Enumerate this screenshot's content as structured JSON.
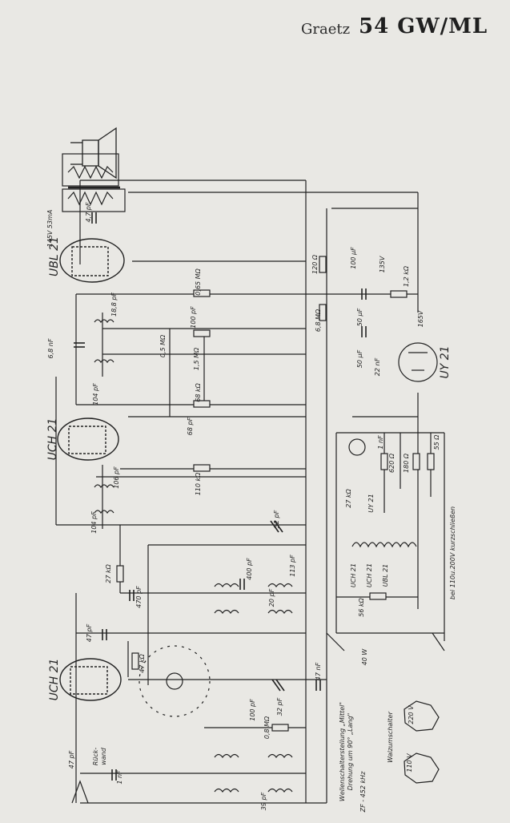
{
  "header": {
    "brand": "Graetz",
    "model": "54 GW/ML"
  },
  "tubes": {
    "output": "UBL 21",
    "osc": "UCH 21",
    "mix": "UCH 21",
    "rect": "UY 21"
  },
  "labels": {
    "c_speaker": "4,7 pF",
    "v_anode": "145V 53mA",
    "r_065": "0,65 MΩ",
    "r_120": "120 Ω",
    "c_100uf": "100 μF",
    "v_135": "135V",
    "r_12k": "1,2 kΩ",
    "c_188": "18,8 pF",
    "c_100pf": "100 pF",
    "c_68nf": "6,8 nF",
    "r_05": "0,5 MΩ",
    "r_15": "1,5 MΩ",
    "r_68m": "6,8 MΩ",
    "c_50a": "50 μF",
    "v_165": "165V",
    "c_50b": "50 μF",
    "c_22nf": "22 nF",
    "c_104a": "104 pF",
    "r_68k": "68 kΩ",
    "c_68pf": "68 pF",
    "c_1nf": "1 nF",
    "r_620": "620 Ω",
    "r_180": "180 Ω",
    "r_55": "55 Ω",
    "c_106": "106 pF",
    "r_110k": "110 kΩ",
    "r_27k": "27 kΩ",
    "t_uy21": "UY 21",
    "c_32a": "32 pF",
    "c_104b": "104 pF",
    "c_400": "400 pF",
    "c_113": "113 pF",
    "r_27kb": "27 kΩ",
    "c_470": "470 pF",
    "c_20": "20 pF",
    "fil_uch1": "UCH 21",
    "fil_uch2": "UCH 21",
    "fil_ubl": "UBL 21",
    "r_56k": "56 kΩ",
    "note_110": "bei 110u.200V kurzschließen",
    "c_47a": "47 pF",
    "r_47k": "47 kΩ",
    "c_47nf": "47 nF",
    "sw_40w": "40 W",
    "c_100b": "100 pF",
    "c_32b": "32 pF",
    "wave_note1": "Wellenschalterstellung „Mittel\"",
    "wave_note2": "Drehung um 90° „Lang\"",
    "r_08": "0,8 MΩ",
    "zf": "ZF - 452 kHz",
    "c_47b": "47 pF",
    "rueck": "Rück-",
    "wand": "wand",
    "c_1nfb": "1 nF",
    "c_39": "39 pF",
    "walz": "Walzumschalter",
    "v_110": "110 V",
    "v_220": "220 V"
  }
}
